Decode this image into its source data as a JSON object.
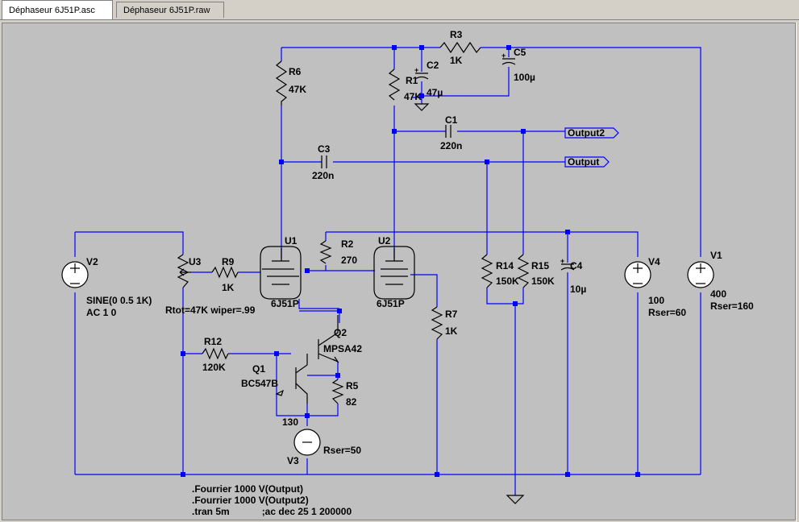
{
  "tabs": [
    {
      "label": "Déphaseur 6J51P.asc",
      "active": true
    },
    {
      "label": "Déphaseur 6J51P.raw",
      "active": false
    }
  ],
  "colors": {
    "wire": "#0000ff",
    "component": "#000000",
    "background": "#c0c0c0"
  },
  "components": {
    "R1": {
      "name": "R1",
      "value": "47K"
    },
    "R2": {
      "name": "R2",
      "value": "270"
    },
    "R3": {
      "name": "R3",
      "value": "1K"
    },
    "R5": {
      "name": "R5",
      "value": "82"
    },
    "R6": {
      "name": "R6",
      "value": "47K"
    },
    "R7": {
      "name": "R7",
      "value": "1K"
    },
    "R9": {
      "name": "R9",
      "value": "1K"
    },
    "R12": {
      "name": "R12",
      "value": "120K"
    },
    "R14": {
      "name": "R14",
      "value": "150K"
    },
    "R15": {
      "name": "R15",
      "value": "150K"
    },
    "C1": {
      "name": "C1",
      "value": "220n"
    },
    "C2": {
      "name": "C2",
      "value": "47µ"
    },
    "C3": {
      "name": "C3",
      "value": "220n"
    },
    "C4": {
      "name": "C4",
      "value": "10µ"
    },
    "C5": {
      "name": "C5",
      "value": "100µ"
    },
    "U1": {
      "name": "U1",
      "model": "6J51P"
    },
    "U2": {
      "name": "U2",
      "model": "6J51P"
    },
    "U3": {
      "name": "U3",
      "value": "Rtot=47K wiper=.99"
    },
    "Q1": {
      "name": "Q1",
      "model": "BC547B"
    },
    "Q2": {
      "name": "Q2",
      "model": "MPSA42"
    },
    "V1": {
      "name": "V1",
      "value": "400",
      "value2": "Rser=160"
    },
    "V2": {
      "name": "V2",
      "value": "SINE(0 0.5 1K)",
      "value2": "AC 1 0"
    },
    "V3": {
      "name": "V3",
      "value": "130",
      "value2": "Rser=50"
    },
    "V4": {
      "name": "V4",
      "value": "100",
      "value2": "Rser=60"
    }
  },
  "netlabels": {
    "output": "Output",
    "output2": "Output2"
  },
  "directives": [
    ".Fourrier 1000 V(Output)",
    ".Fourrier 1000 V(Output2)",
    ".tran 5m            ;ac dec 25 1 200000"
  ]
}
